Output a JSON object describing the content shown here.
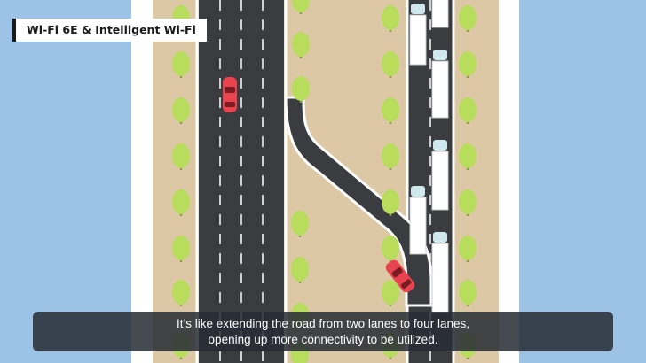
{
  "title": "Wi-Fi 6E & Intelligent Wi-Fi",
  "caption": {
    "line1": "It’s like extending the road from two lanes to four lanes,",
    "line2": "opening up more connectivity to be utilized."
  },
  "colors": {
    "sky": "#9cc3e6",
    "verge": "#ffffff",
    "sand": "#dcc8a4",
    "asphalt": "#3a3c40",
    "tree": "#b8dc5c",
    "car": "#e8434f",
    "truck_cab": "#cfe8ee"
  },
  "icons": [
    "tree-icon",
    "car-icon",
    "truck-icon"
  ]
}
